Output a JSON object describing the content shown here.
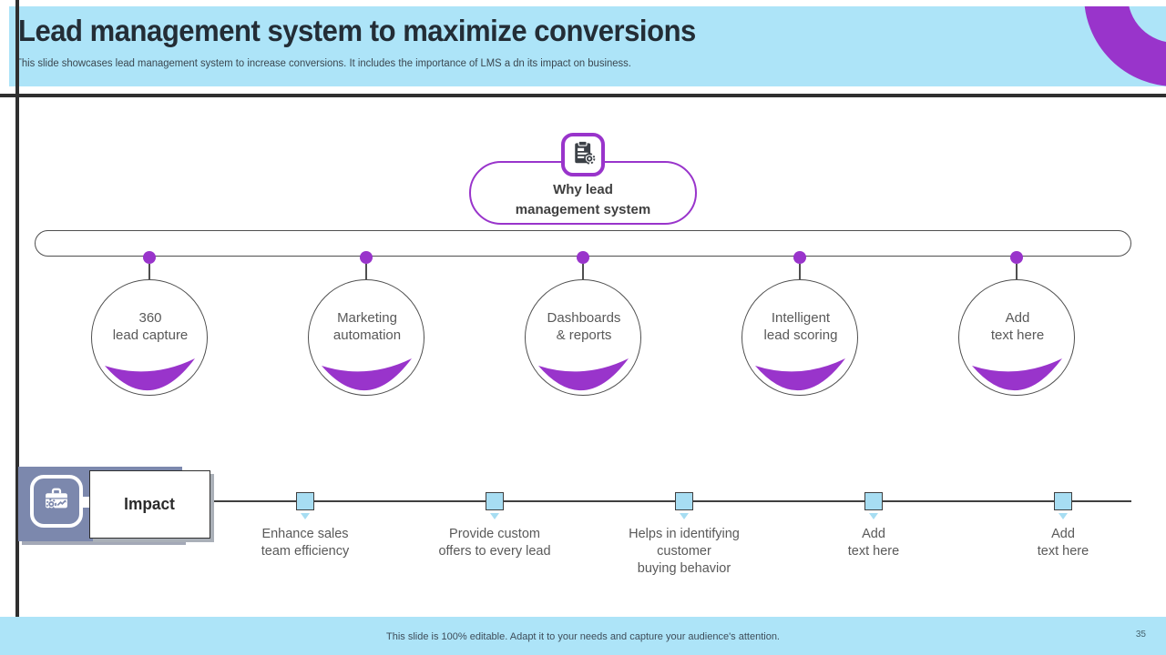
{
  "slide": {
    "title": "Lead management system to maximize conversions",
    "subtitle": "This slide showcases lead management system to increase conversions. It includes the importance of LMS a dn its impact on business.",
    "footer_note": "This slide is 100% editable. Adapt it to your needs and capture your audience's attention.",
    "page_number": "35"
  },
  "colors": {
    "accent_purple": "#9934cb",
    "header_blue": "#ade4f8",
    "impact_slate": "#7c88ad",
    "marker_blue": "#a7ddf2",
    "rule_dark": "#2f2f2f"
  },
  "why_pill": {
    "label": "Why lead\nmanagement system",
    "icon": "clipboard-gear-icon"
  },
  "features": {
    "items": [
      {
        "label": "360\nlead capture"
      },
      {
        "label": "Marketing\nautomation"
      },
      {
        "label": "Dashboards\n& reports"
      },
      {
        "label": "Intelligent\nlead scoring"
      },
      {
        "label": "Add\ntext here"
      }
    ]
  },
  "impact": {
    "heading": "Impact",
    "icon": "briefcase-gear-icon",
    "items": [
      {
        "label": "Enhance sales\nteam efficiency"
      },
      {
        "label": "Provide custom\noffers  to every lead"
      },
      {
        "label": "Helps in identifying\ncustomer\nbuying behavior"
      },
      {
        "label": "Add\ntext here"
      },
      {
        "label": "Add\ntext here"
      }
    ]
  }
}
